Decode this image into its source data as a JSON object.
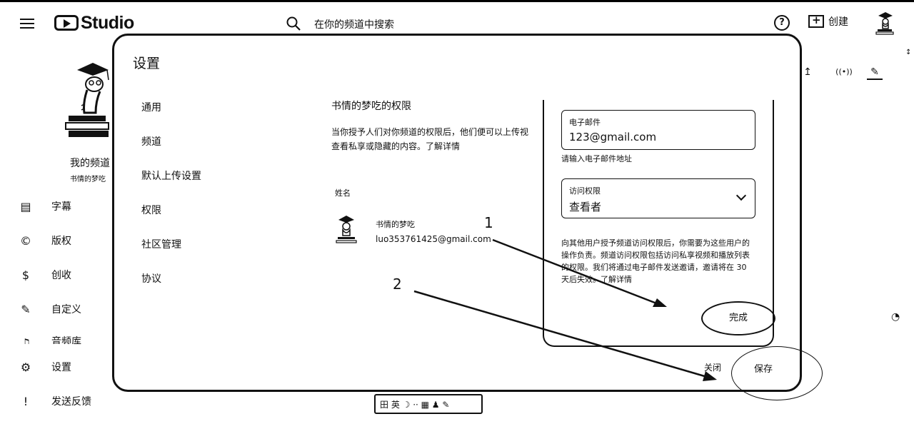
{
  "app": {
    "title": "Studio"
  },
  "header": {
    "search_placeholder": "在你的频道中搜索",
    "help": "?",
    "create_label": "创建"
  },
  "channel": {
    "name": "我的频道",
    "subtitle": "书情的梦吃"
  },
  "sidebar": {
    "items": [
      {
        "label": "字幕",
        "icon": "subtitles-icon",
        "glyph": "▤"
      },
      {
        "label": "版权",
        "icon": "copyright-icon",
        "glyph": "©"
      },
      {
        "label": "创收",
        "icon": "dollar-icon",
        "glyph": "$"
      },
      {
        "label": "自定义",
        "icon": "magic-wand-icon",
        "glyph": "✎"
      },
      {
        "label": "音频库",
        "icon": "audio-library-icon",
        "glyph": "♫"
      },
      {
        "label": "设置",
        "icon": "gear-icon",
        "glyph": "⚙"
      },
      {
        "label": "发送反馈",
        "icon": "feedback-icon",
        "glyph": "!"
      }
    ]
  },
  "right_toolbar": {
    "upload": "↥",
    "live": "((•))",
    "edit": "✎"
  },
  "modal": {
    "title": "设置",
    "nav": [
      "通用",
      "频道",
      "默认上传设置",
      "权限",
      "社区管理",
      "协议"
    ],
    "permissions": {
      "title": "书情的梦吃的权限",
      "desc_line1": "当你授予人们对你频道的权限后，他们便可以上传视",
      "desc_line2": "查看私享或隐藏的内容。了解详情",
      "name_header": "姓名",
      "member": {
        "name": "书情的梦吃",
        "email": "luo353761425@gmail.com"
      }
    },
    "invite": {
      "email_label": "电子邮件",
      "email_value": "123@gmail.com",
      "email_hint": "请输入电子邮件地址",
      "role_label": "访问权限",
      "role_value": "查看者",
      "note": "向其他用户授予频道访问权限后，你需要为这些用户的操作负责。频道访问权限包括访问私享视频和播放列表的权限。我们将通过电子邮件发送邀请，邀请将在 30 天后失效。了解详情",
      "done_label": "完成"
    },
    "close_label": "关闭",
    "save_label": "保存"
  },
  "annotations": {
    "step1": "1",
    "step2": "2"
  },
  "ime": {
    "lang": "英",
    "items": "田 英 ☽ ·· ▦ ♟ ✎"
  }
}
